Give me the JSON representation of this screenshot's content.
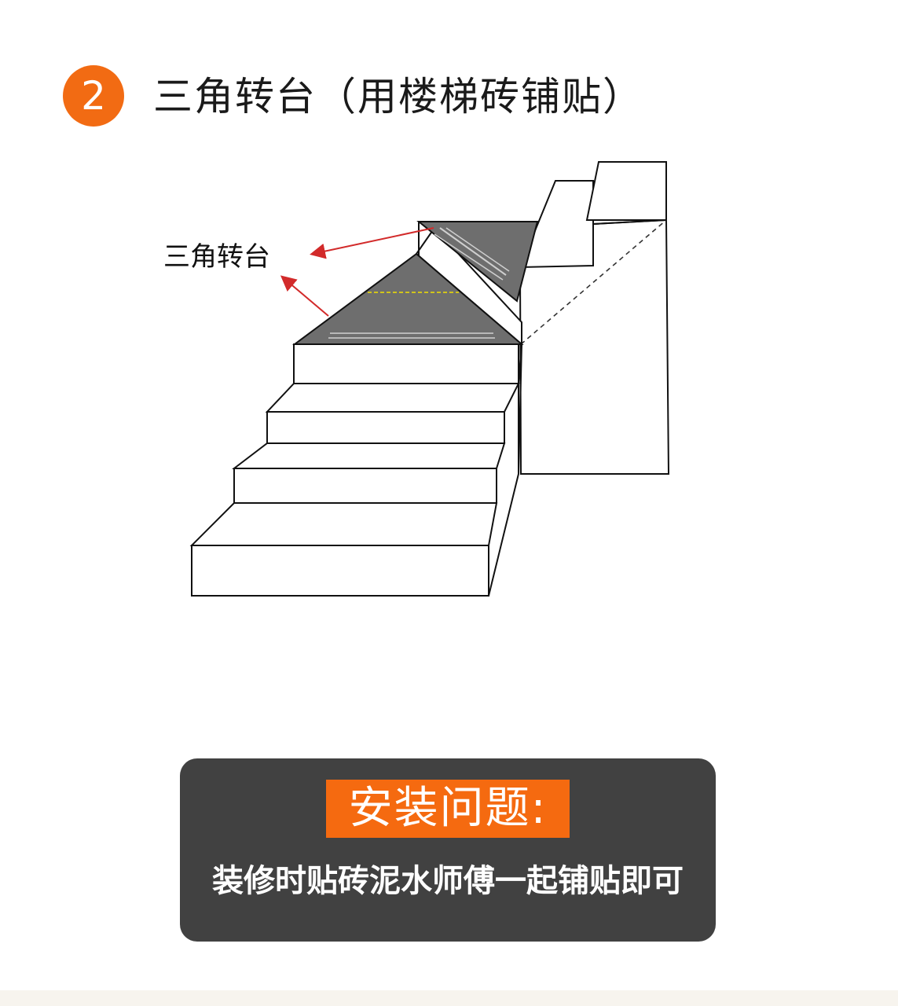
{
  "header": {
    "step_number": "2",
    "title": "三角转台（用楼梯砖铺贴）"
  },
  "diagram": {
    "callout_label": "三角转台"
  },
  "info_box": {
    "tag": "安装问题:",
    "text": "装修时贴砖泥水师傅一起铺贴即可"
  },
  "colors": {
    "accent": "#f26b13",
    "tile_fill": "#6e6e6e",
    "arrow": "#d22a2a",
    "guide_line": "#f2e000",
    "box_bg": "#414141"
  }
}
